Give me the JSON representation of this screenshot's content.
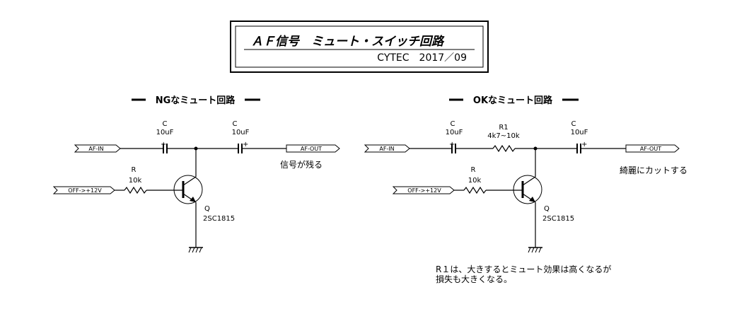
{
  "title": {
    "main": "ＡＦ信号　ミュート・スイッチ回路",
    "sub": "CYTEC　2017／09"
  },
  "ng_circuit": {
    "heading": "NGなミュート回路",
    "capacitor1": {
      "name": "C",
      "value": "10uF"
    },
    "capacitor2": {
      "name": "C",
      "value": "10uF"
    },
    "resistor": {
      "name": "R",
      "value": "10k"
    },
    "transistor": {
      "name": "Q",
      "part": "2SC1815"
    },
    "port_in": "AF-IN",
    "port_out": "AF-OUT",
    "port_ctrl": "OFF->+12V",
    "note": "信号が残る"
  },
  "ok_circuit": {
    "heading": "OKなミュート回路",
    "capacitor1": {
      "name": "C",
      "value": "10uF"
    },
    "series_resistor": {
      "name": "R1",
      "value": "4k7~10k"
    },
    "capacitor2": {
      "name": "C",
      "value": "10uF"
    },
    "resistor": {
      "name": "R",
      "value": "10k"
    },
    "transistor": {
      "name": "Q",
      "part": "2SC1815"
    },
    "port_in": "AF-IN",
    "port_out": "AF-OUT",
    "port_ctrl": "OFF->+12V",
    "note": "綺麗にカットする"
  },
  "footnote": {
    "line1": "R１は、大きするとミュート効果は高くなるが",
    "line2": "損失も大きくなる。"
  }
}
